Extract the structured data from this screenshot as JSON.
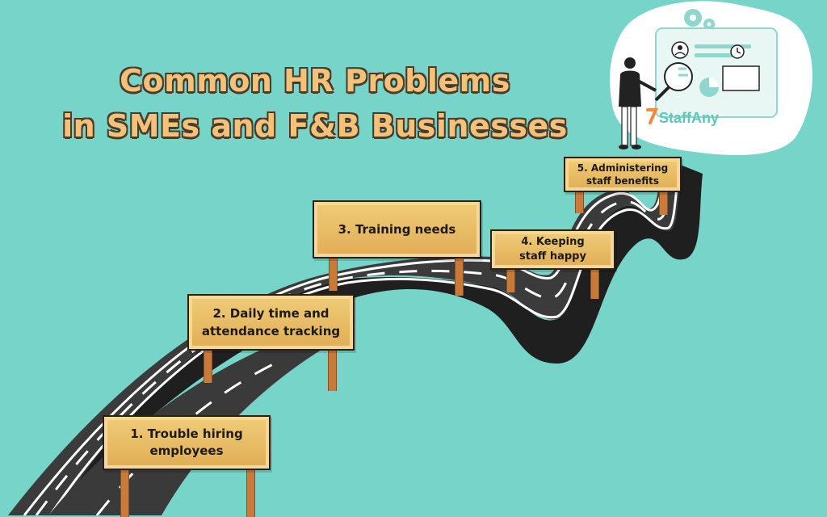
{
  "title": {
    "line1": "Common HR Problems",
    "line2": "in SMEs and F&B Businesses"
  },
  "signs": [
    {
      "label": "1. Trouble hiring employees",
      "line1": "1. Trouble hiring",
      "line2": "employees"
    },
    {
      "label": "2. Daily time and attendance tracking",
      "line1": "2. Daily time and",
      "line2": "attendance tracking"
    },
    {
      "label": "3. Training needs",
      "line1": "3. Training needs",
      "line2": ""
    },
    {
      "label": "4. Keeping staff happy",
      "line1": "4. Keeping",
      "line2": "staff happy"
    },
    {
      "label": "5. Administering staff benefits",
      "line1": "5. Administering",
      "line2": "staff benefits"
    }
  ],
  "brand": {
    "name": "StaffAny"
  },
  "colors": {
    "background": "#76d5c8",
    "title_fill": "#f3c27a",
    "sign_fill": "#e5b560",
    "road": "#3a3a3a",
    "post": "#c77a3a"
  },
  "icons": [
    "person-icon",
    "magnifier-icon",
    "gear-icon",
    "clock-icon",
    "pie-chart-icon",
    "profile-icon"
  ]
}
